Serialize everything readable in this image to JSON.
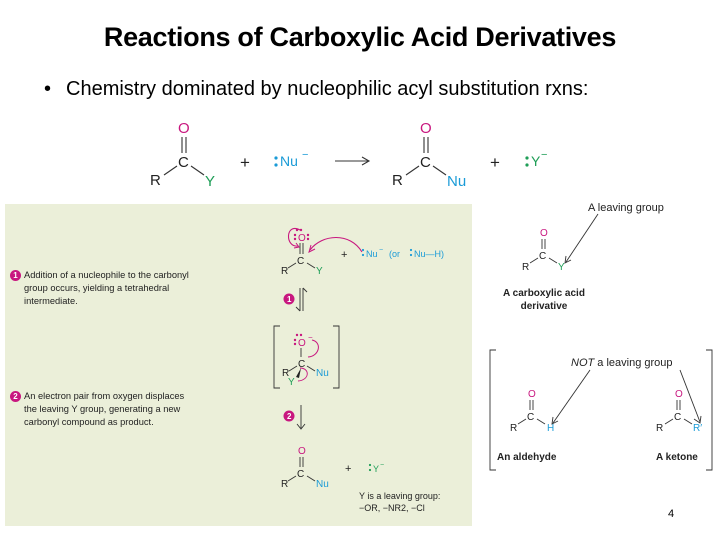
{
  "slide": {
    "title": "Reactions of Carboxylic Acid Derivatives",
    "bullet": "Chemistry dominated by nucleophilic acyl substitution rxns:",
    "page_number": "4"
  },
  "equation": {
    "o": "O",
    "c": "C",
    "r": "R",
    "y": "Y",
    "nu": "Nu",
    "plus": "+",
    "nucleophile": "Nu",
    "neg": "−",
    "leaving": "Y"
  },
  "mechanism": {
    "step1_text": [
      "Addition of a nucleophile to the carbonyl",
      "group occurs, yielding a tetrahedral",
      "intermediate."
    ],
    "step2_text": [
      "An electron pair from oxygen displaces",
      "the leaving Y group, generating a new",
      "carbonyl compound as product."
    ],
    "step1_badge": "1",
    "step2_badge": "2",
    "nucleophile_label": "Nu",
    "or_label": "(or",
    "nuh_label": "Nu—H)",
    "leaving_note": [
      "Y is a leaving group:",
      "−OR, −NR2, −Cl"
    ]
  },
  "annotations": {
    "leaving_group": "A leaving group",
    "derivative_label": [
      "A carboxylic acid",
      "derivative"
    ],
    "not_leaving_em": "NOT",
    "not_leaving_rest": " a leaving group",
    "aldehyde_label": "An aldehyde",
    "ketone_label": "A ketone",
    "h": "H",
    "r_prime": "R′"
  },
  "colors": {
    "oxygen": "#c8177f",
    "substituent": "#1f9e57",
    "nucleophile": "#1a9bd7",
    "panel": "#ebefd9"
  }
}
